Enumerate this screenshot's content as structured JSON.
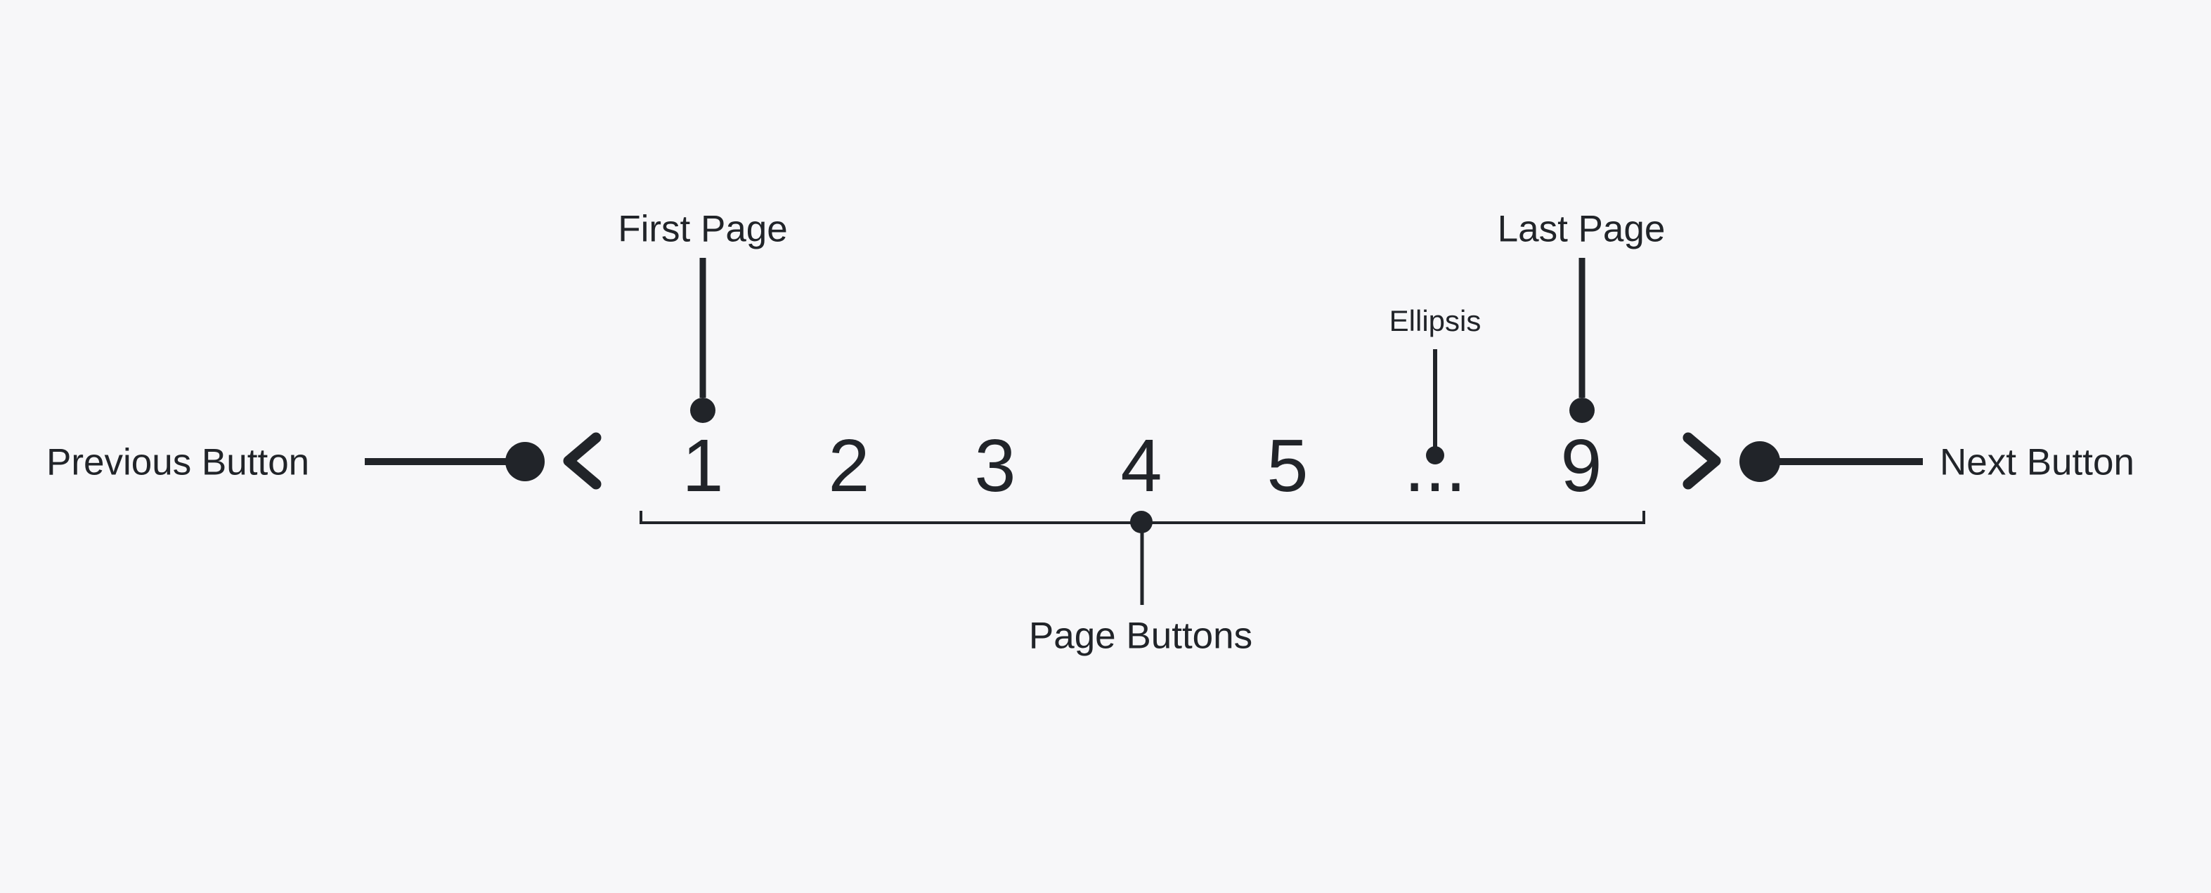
{
  "theme": {
    "background": "#f7f7f9",
    "ink": "#212429"
  },
  "annotations": {
    "previous_button": "Previous Button",
    "next_button": "Next Button",
    "first_page": "First Page",
    "last_page": "Last Page",
    "ellipsis": "Ellipsis",
    "page_buttons": "Page Buttons"
  },
  "pagination": {
    "pages": [
      "1",
      "2",
      "3",
      "4",
      "5",
      "...",
      "9"
    ],
    "icons": {
      "previous": "chevron-left-icon",
      "next": "chevron-right-icon"
    }
  }
}
